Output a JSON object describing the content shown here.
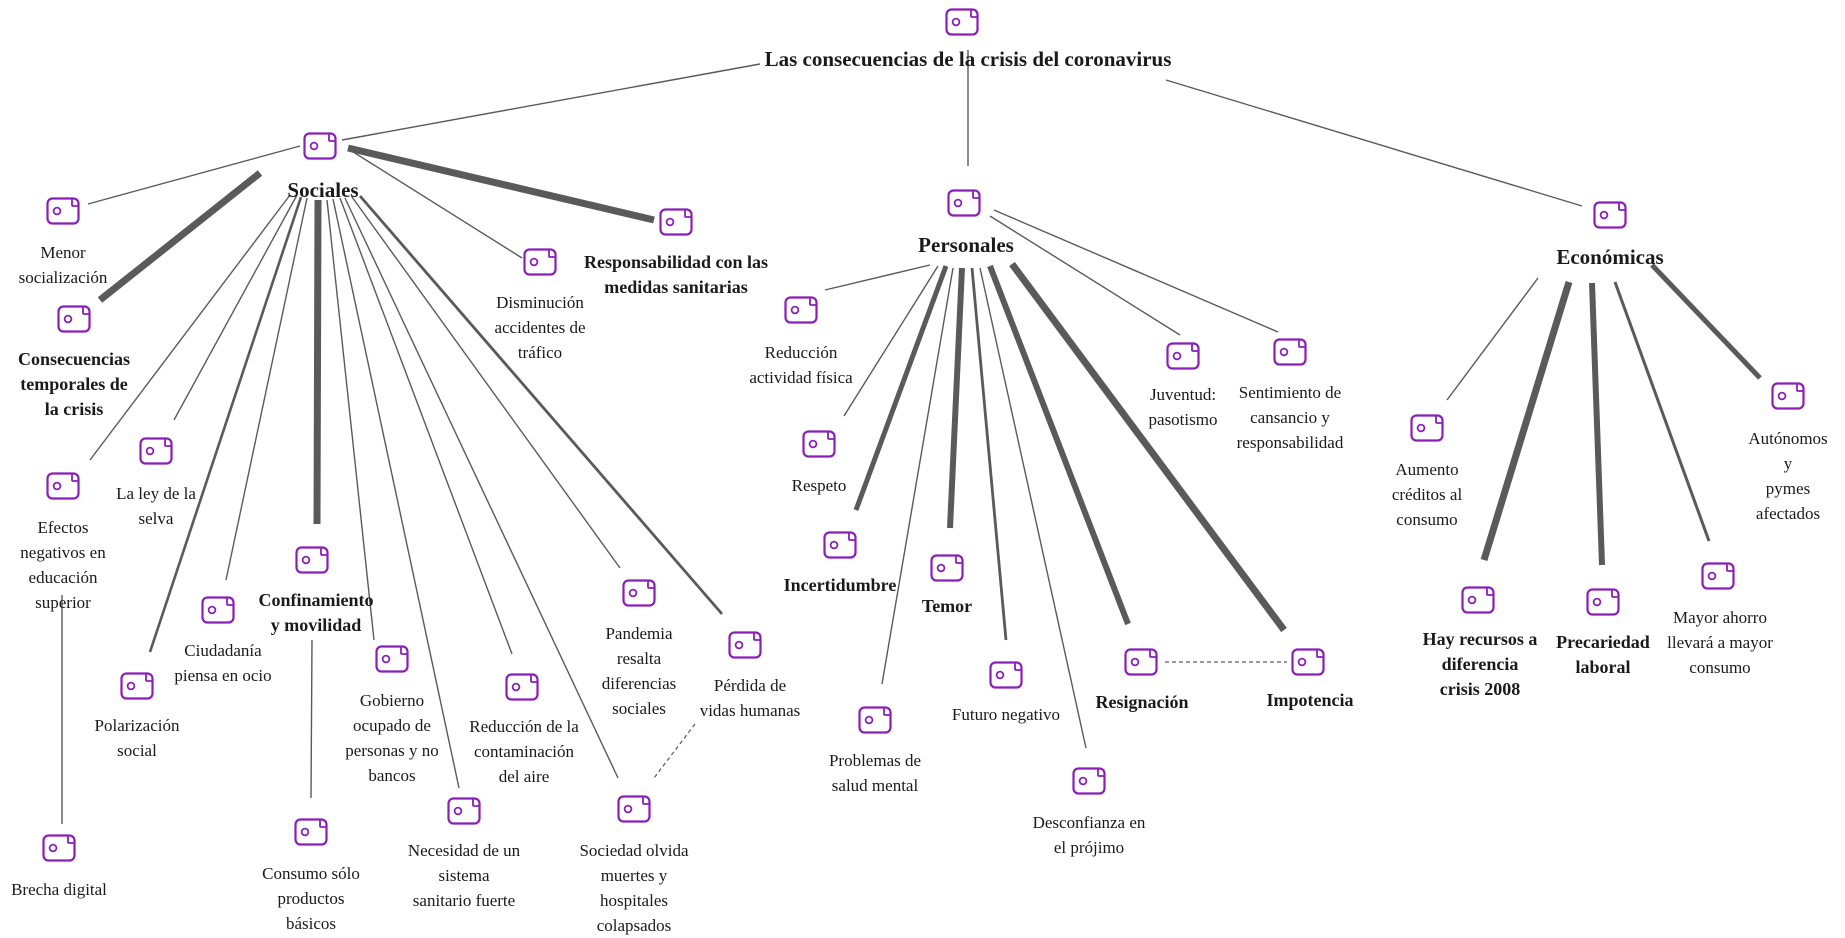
{
  "colors": {
    "icon": "#8a1fb8",
    "line": "#5a5a5a"
  },
  "title": "Las consecuencias de la crisis del coronavirus",
  "groups": {
    "sociales": "Sociales",
    "personales": "Personales",
    "economicas": "Económicas"
  },
  "nodes": {
    "menor_socializacion": "Menor\nsocialización",
    "consecuencias_temporales": "Consecuencias\ntemporales de\nla crisis",
    "efectos_educacion": "Efectos\nnegativos en\neducación\nsuperior",
    "ley_selva": "La ley de la\nselva",
    "brecha_digital": "Brecha digital",
    "polarizacion": "Polarización\nsocial",
    "ciudadania_ocio": "Ciudadanía\npiensa en ocio",
    "confinamiento": "Confinamiento\ny movilidad",
    "consumo_basicos": "Consumo sólo\nproductos\nbásicos",
    "gobierno_ocupado": "Gobierno\nocupado de\npersonas y no\nbancos",
    "sistema_sanitario": "Necesidad de un\nsistema\nsanitario fuerte",
    "contaminacion": "Reducción de la\ncontaminación\ndel aire",
    "sociedad_olvida": "Sociedad olvida\nmuertes y\nhospitales\ncolapsados",
    "pandemia_diferencias": "Pandemia\nresalta\ndiferencias\nsociales",
    "perdida_vidas": "Pérdida de\nvidas humanas",
    "disminucion_accidentes": "Disminución\naccidentes de\ntráfico",
    "responsabilidad_medidas": "Responsabilidad con las\nmedidas sanitarias",
    "reduccion_actividad": "Reducción\nactividad física",
    "respeto": "Respeto",
    "incertidumbre": "Incertidumbre",
    "problemas_salud": "Problemas de\nsalud mental",
    "temor": "Temor",
    "futuro_negativo": "Futuro negativo",
    "desconfianza": "Desconfianza en\nel prójimo",
    "resignacion": "Resignación",
    "impotencia": "Impotencia",
    "juventud": "Juventud:\npasotismo",
    "cansancio": "Sentimiento de\ncansancio y\nresponsabilidad",
    "aumento_creditos": "Aumento\ncréditos al\nconsumo",
    "hay_recursos": "Hay recursos a\ndiferencia\ncrisis 2008",
    "precariedad": "Precariedad\nlaboral",
    "mayor_ahorro": "Mayor ahorro\nllevará a mayor\nconsumo",
    "autonomos": "Autónomos y\npymes\nafectados"
  }
}
